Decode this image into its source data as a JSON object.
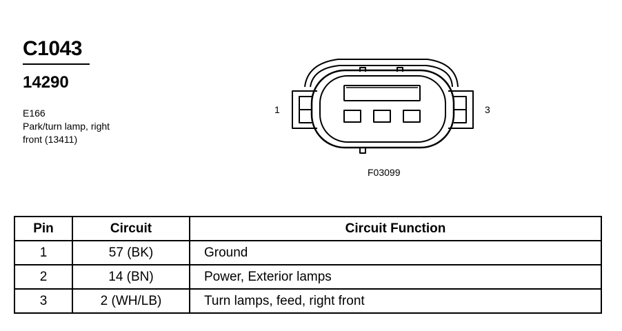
{
  "header": {
    "connector_id": "C1043",
    "part_number": "14290",
    "description_lines": [
      "E166",
      "Park/turn lamp, right",
      "front (13411)"
    ]
  },
  "diagram": {
    "pin_label_left": "1",
    "pin_label_right": "3",
    "figure_id": "F03099"
  },
  "table": {
    "headers": [
      "Pin",
      "Circuit",
      "Circuit Function"
    ],
    "rows": [
      {
        "pin": "1",
        "circuit": "57 (BK)",
        "function": "Ground"
      },
      {
        "pin": "2",
        "circuit": "14 (BN)",
        "function": "Power, Exterior lamps"
      },
      {
        "pin": "3",
        "circuit": "2 (WH/LB)",
        "function": "Turn lamps, feed, right front"
      }
    ]
  }
}
